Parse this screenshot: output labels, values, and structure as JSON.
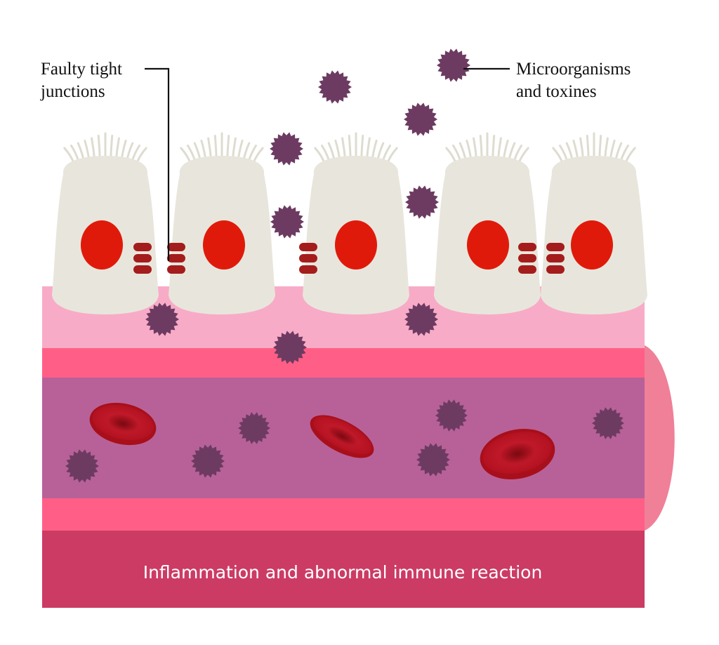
{
  "labels": {
    "junctions_line1": "Faulty tight",
    "junctions_line2": "junctions",
    "microbes_line1": "Microorganisms",
    "microbes_line2": "and toxines"
  },
  "caption": "Inflammation and abnormal immune reaction",
  "colors": {
    "epithelial_cell": "#e8e6dc",
    "cell_nucleus": "#e01a0a",
    "tight_junction": "#a51c1c",
    "mucosa": "#f8abc7",
    "vessel_wall": "#ff5f86",
    "vessel_lumen": "#b86199",
    "vessel_cap": "#f07f98",
    "inflammation_band": "#cc3b64",
    "microorganism": "#6d3b62",
    "red_blood_cell": "#a80f1a"
  },
  "icons": {
    "microorganism": "spiky-circle",
    "red_blood_cell": "biconcave-disc",
    "tight_junction": "stacked-bars"
  }
}
